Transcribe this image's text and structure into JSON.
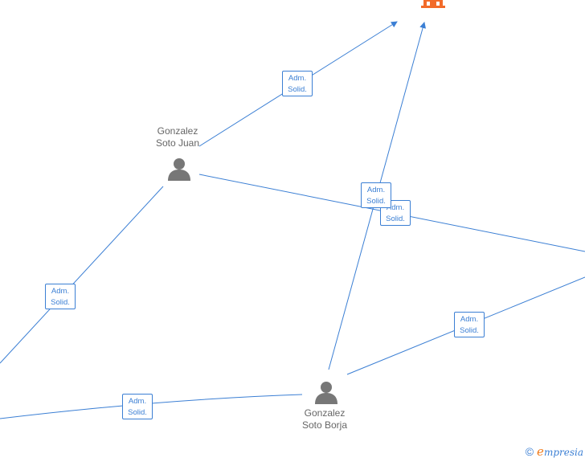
{
  "nodes": {
    "juan": {
      "line1": "Gonzalez",
      "line2": "Soto Juan"
    },
    "borja": {
      "line1": "Gonzalez",
      "line2": "Soto Borja"
    }
  },
  "edge_labels": [
    {
      "line1": "Adm.",
      "line2": "Solid."
    },
    {
      "line1": "Adm.",
      "line2": "Solid."
    },
    {
      "line1": "Adm.",
      "line2": "Solid."
    },
    {
      "line1": "Adm.",
      "line2": "Solid."
    },
    {
      "line1": "Adm.",
      "line2": "Solid."
    },
    {
      "line1": "Adm.",
      "line2": "Solid."
    }
  ],
  "brand": {
    "copyright": "©",
    "initial": "e",
    "name": "mpresia"
  },
  "colors": {
    "edge": "#3b7fd4",
    "person": "#777777",
    "company": "#f26b2a"
  },
  "icons": {
    "person": "person-icon",
    "company": "building-icon"
  }
}
